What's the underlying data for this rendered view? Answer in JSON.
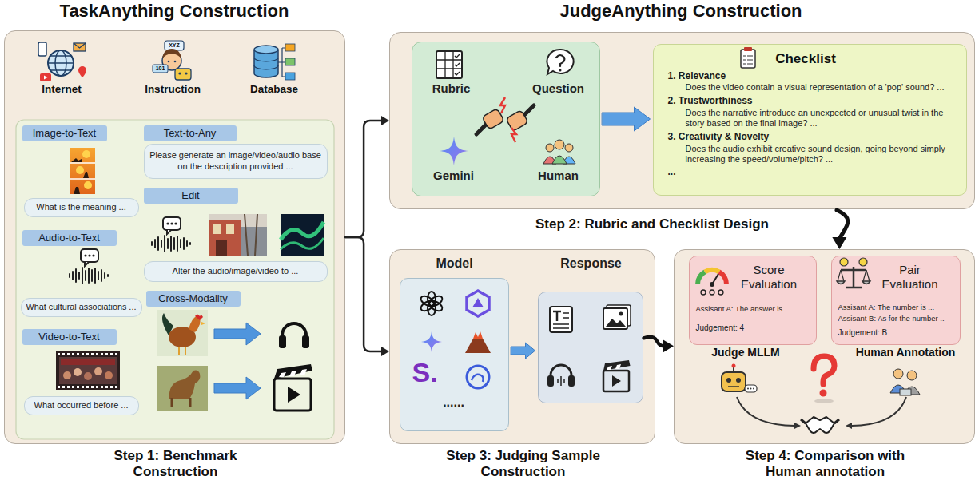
{
  "diagram": {
    "nodes": [
      {
        "text": [
          "Step 1: Benchmark Construction"
        ]
      },
      {
        "text": [
          "Image-to-Text"
        ],
        "in": 0
      },
      {
        "text": [
          "What is the meaning ..."
        ],
        "in": 0
      },
      {
        "text": [
          "Text-to-Any"
        ],
        "in": 0
      },
      {
        "text": [
          "Please generate an image/video/audio base on the description provided ..."
        ],
        "in": 0
      },
      {
        "text": [
          "Edit"
        ],
        "in": 0
      },
      {
        "text": [
          "Alter the audio/image/video to ..."
        ],
        "in": 0
      },
      {
        "text": [
          "Audio-to-Text"
        ],
        "in": 0
      },
      {
        "text": [
          "What cultural associations ..."
        ],
        "in": 0
      },
      {
        "text": [
          "Cross-Modality"
        ],
        "in": 0
      },
      {
        "text": [
          "Video-to-Text"
        ],
        "in": 0
      },
      {
        "text": [
          "What occurred before ..."
        ],
        "in": 0
      },
      {
        "text": [
          "Step 2: Rubric and Checklist Design"
        ]
      },
      {
        "text": [
          "Rubric",
          "Question",
          "Gemini",
          "Human"
        ],
        "in": 12
      },
      {
        "text": [
          "Checklist",
          "1. Relevance",
          "Does the video contain a visual representation of a 'pop' sound? ...",
          "2. Trustworthiness",
          "Does the narrative introduce an unexpected or unusual twist in the story based on the final image? ...",
          "3. Creativity & Novelty",
          "Does the audio exhibit creative sound design, going beyond simply increasing the speed/volume/pitch? ...",
          "..."
        ],
        "in": 12
      },
      {
        "text": [
          "Step 3: Judging Sample Construction"
        ]
      },
      {
        "text": [
          "Model",
          "S.",
          "......"
        ],
        "in": 15
      },
      {
        "text": [
          "Response"
        ],
        "in": 15
      },
      {
        "text": [
          "Step 4: Comparison with Human annotation"
        ]
      },
      {
        "text": [
          "Score Evaluation",
          "Assisant A: The answer is ....",
          "Judgement: 4"
        ],
        "in": 18
      },
      {
        "text": [
          "Pair Evaluation",
          "Assisant A: The number is ...",
          "Assisant B: As for the number ..",
          "Judgement: B"
        ],
        "in": 18
      }
    ],
    "edges": [
      {
        "from": 0,
        "to": 12,
        "arrow": "to"
      },
      {
        "from": 0,
        "to": 15,
        "arrow": "to"
      },
      {
        "from": 13,
        "to": 14,
        "arrow": "to"
      },
      {
        "from": 12,
        "to": 18,
        "arrow": "to"
      },
      {
        "from": 16,
        "to": 17,
        "arrow": "to"
      },
      {
        "from": 17,
        "to": 18,
        "arrow": "to"
      }
    ],
    "labels": [
      "TaskAnything Construction",
      "JudgeAnything Construction",
      "Internet",
      "Instruction",
      "Database",
      "XYZ",
      "101",
      "Judge MLLM",
      "Human Annotation"
    ]
  }
}
